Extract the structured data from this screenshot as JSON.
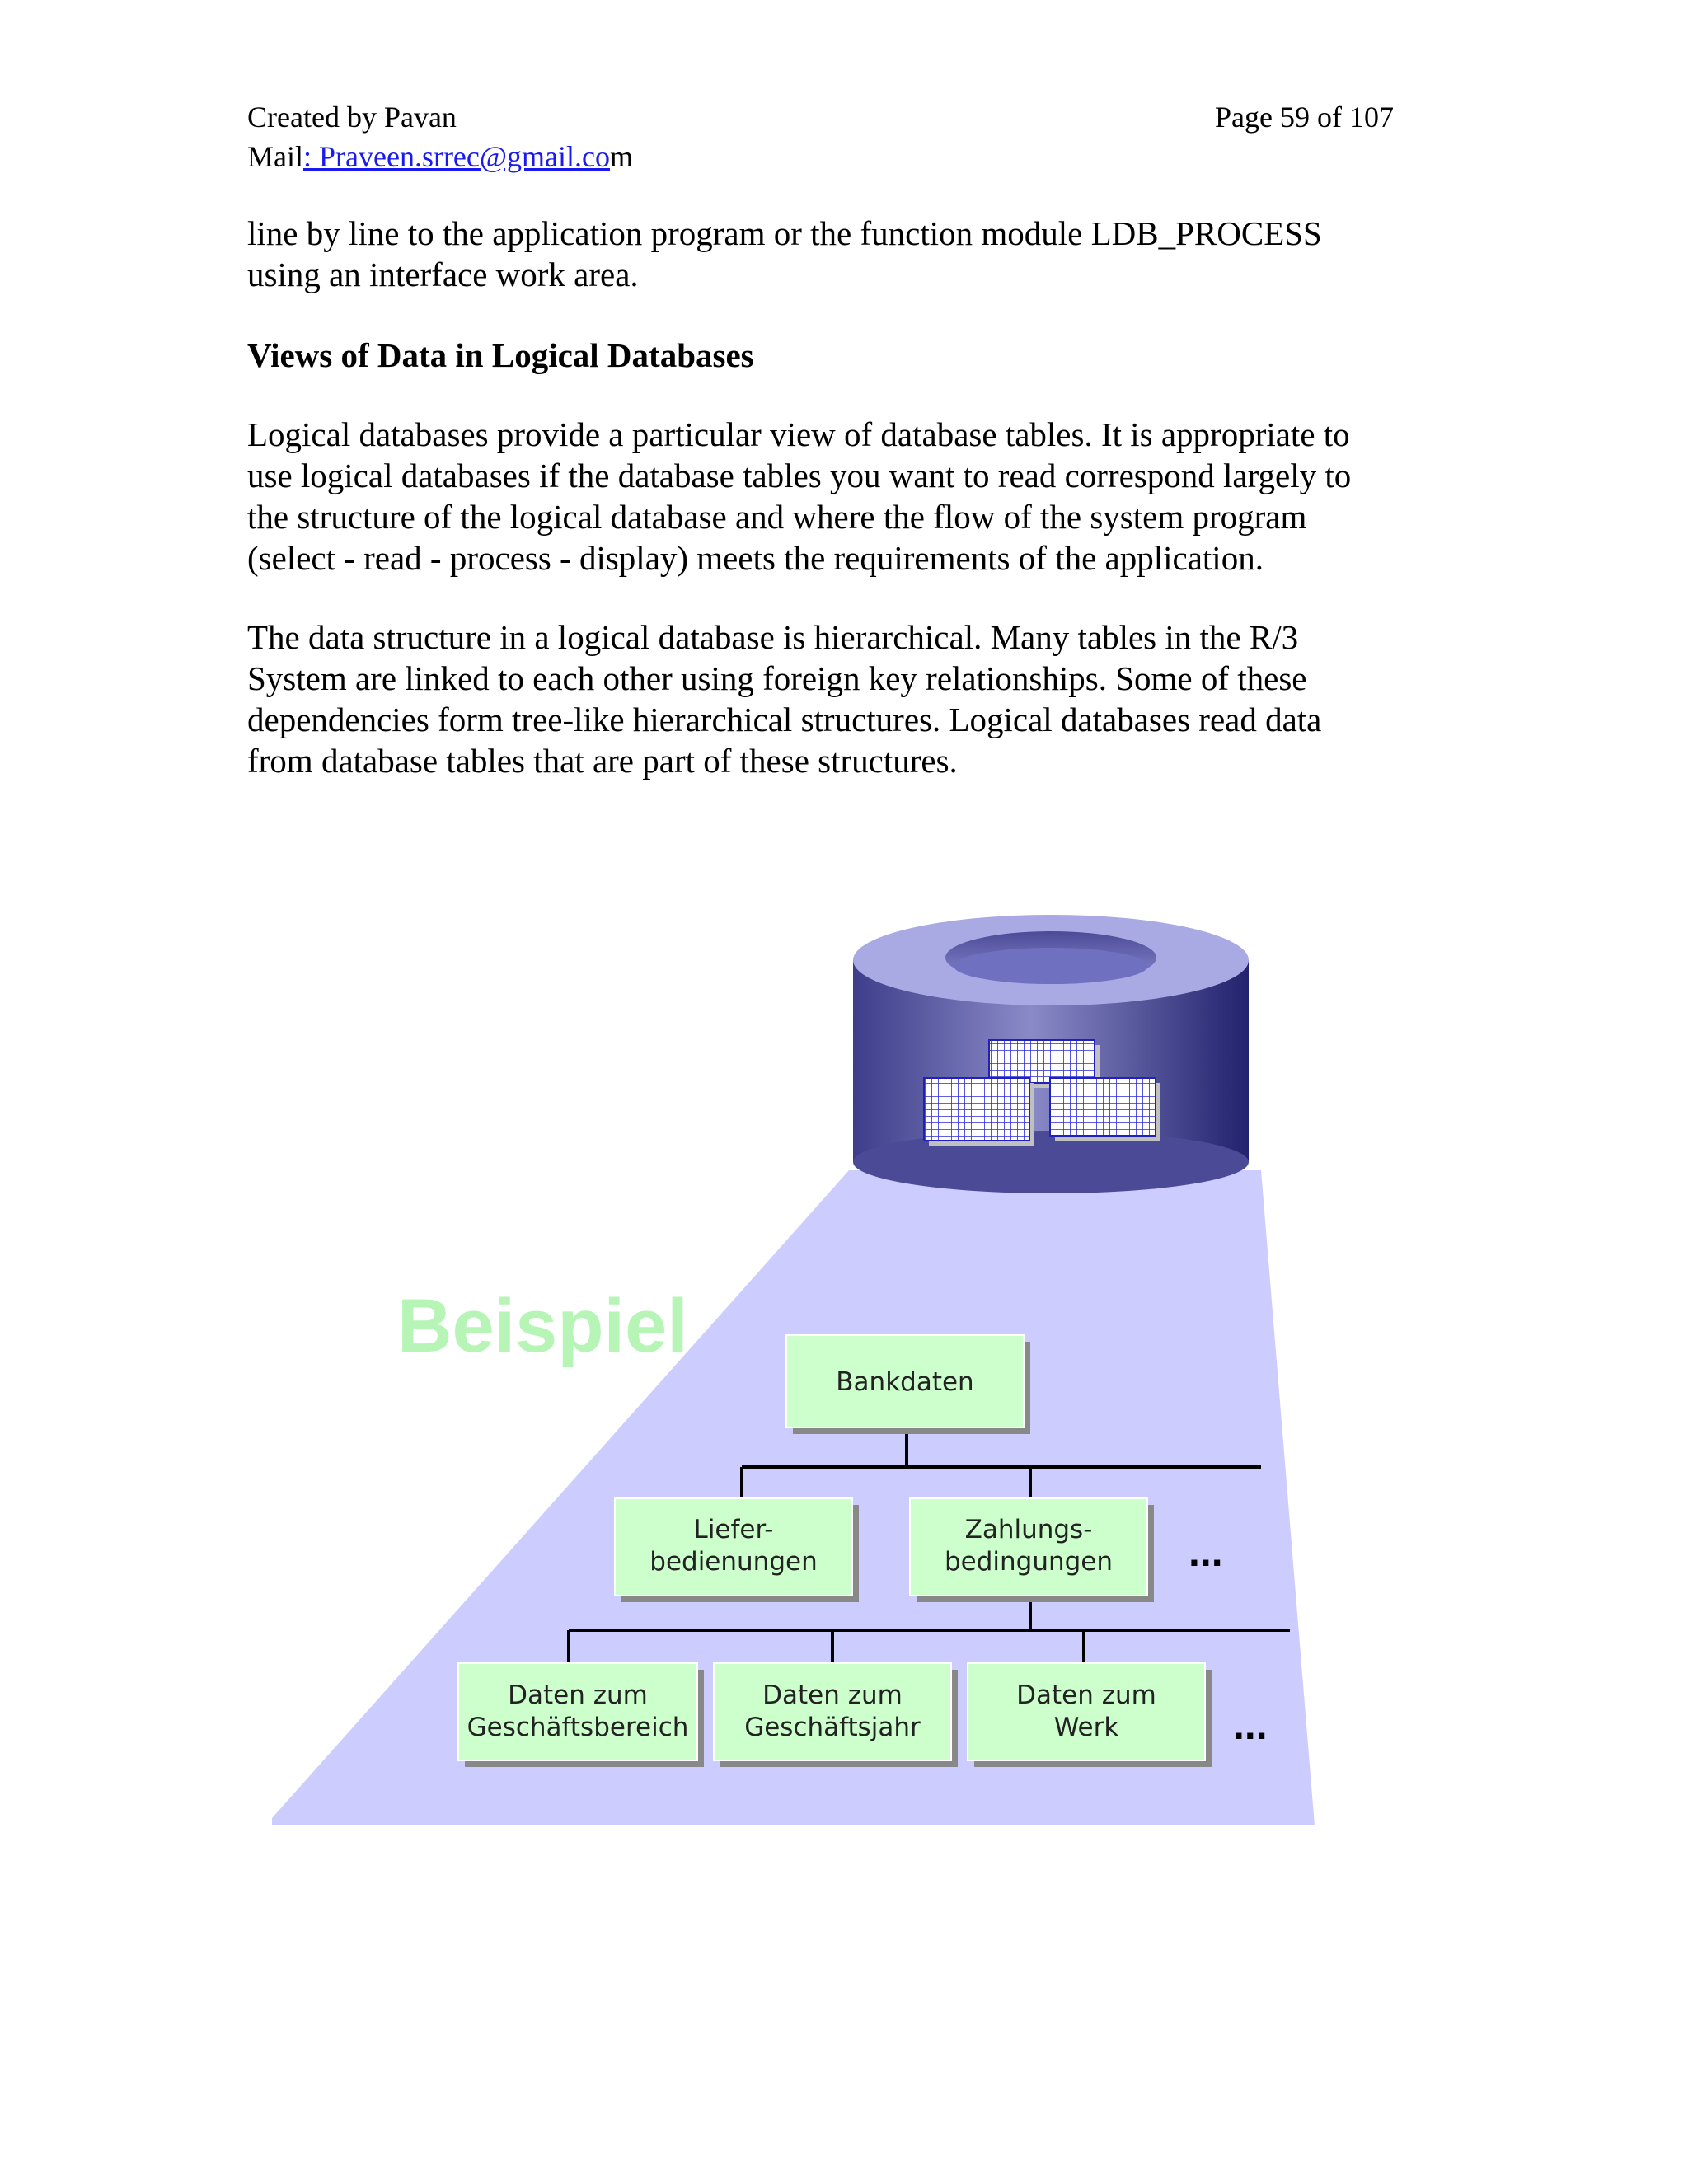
{
  "header": {
    "created_by": "Created by  Pavan",
    "page": "Page 59 of 107",
    "mail_prefix": "Mail",
    "mail_link": ": Praveen.srrec@gmail.co",
    "mail_suffix": "m"
  },
  "paragraphs": {
    "p1": [
      "line by line to the application program or the function module LDB_PROCESS",
      "using an interface work area."
    ],
    "heading": "Views of Data in Logical Databases",
    "p2": [
      "Logical databases provide a particular view of database tables. It is appropriate to",
      "use logical databases if the database tables you want to read correspond largely to",
      "the structure of the logical database and where the flow of the system program",
      "(select - read - process - display) meets the requirements of the application."
    ],
    "p3": [
      "The data structure in a logical database is hierarchical. Many tables in the R/3",
      "System are linked to each other using foreign key relationships. Some of these",
      "dependencies form tree-like hierarchical structures. Logical databases read data",
      "from database tables that are part of these structures."
    ]
  },
  "diagram": {
    "watermark": "Beispiel",
    "root": "Bankdaten",
    "level2": [
      [
        "Liefer-",
        "bedienungen"
      ],
      [
        "Zahlungs-",
        "bedingungen"
      ]
    ],
    "level3": [
      [
        "Daten zum",
        "Geschäftsbereich"
      ],
      [
        "Daten zum",
        "Geschäftsjahr"
      ],
      [
        "Daten zum",
        "Werk"
      ]
    ],
    "ellipsis": "...",
    "colors": {
      "cylinder": "#5a5aa8",
      "cylinder_top": "#a8a8e0",
      "beam": "#ccccff",
      "node_fill": "#ccffcc",
      "watermark": "#b7f5b7"
    }
  }
}
